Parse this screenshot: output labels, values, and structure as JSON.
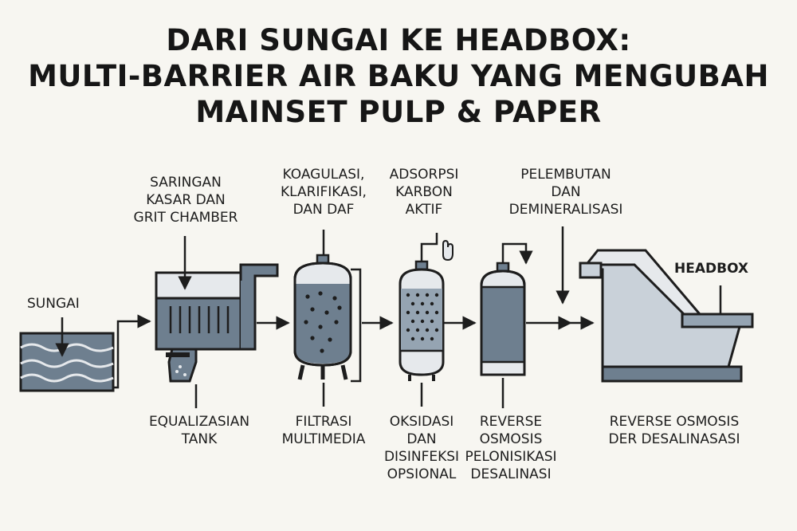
{
  "title": {
    "line1": "DARI SUNGAI KE HEADBOX:",
    "line2": "MULTI-BARRIER AIR BAKU YANG MENGUBAH",
    "line3": "MAINSET PULP & PAPER"
  },
  "labels": {
    "sungai": "SUNGAI",
    "saringan": [
      "SARINGAN",
      "KASAR DAN",
      "GRIT CHAMBER"
    ],
    "koagulasi": [
      "KOAGULASI,",
      "KLARIFIKASI,",
      "DAN DAF"
    ],
    "adsorpsi": [
      "ADSORPSI",
      "KARBON",
      "AKTIF"
    ],
    "pelembutan": [
      "PELEMBUTAN",
      "DAN",
      "DEMINERALISASI"
    ],
    "headbox": "HEADBOX",
    "equalizasian": [
      "EQUALIZASIAN",
      "TANK"
    ],
    "filtrasi": [
      "FILTRASI",
      "MULTIMEDIA"
    ],
    "oksidasi": [
      "OKSIDASI",
      "DAN",
      "DISINFEKSI",
      "OPSIONAL"
    ],
    "reverse_osmosis_1": [
      "REVERSE",
      "OSMOSIS",
      "PELONISIKASI",
      "DESALINASI"
    ],
    "reverse_osmosis_2": [
      "REVERSE OSMOSIS",
      "DER DESALINASASI"
    ]
  },
  "colors": {
    "background": "#f7f6f1",
    "outline": "#1d1d1d",
    "fill_dark": "#6e7f8f",
    "fill_mid": "#95a4b2",
    "fill_light": "#c9d1d9",
    "fill_pale": "#e6e9ec"
  }
}
